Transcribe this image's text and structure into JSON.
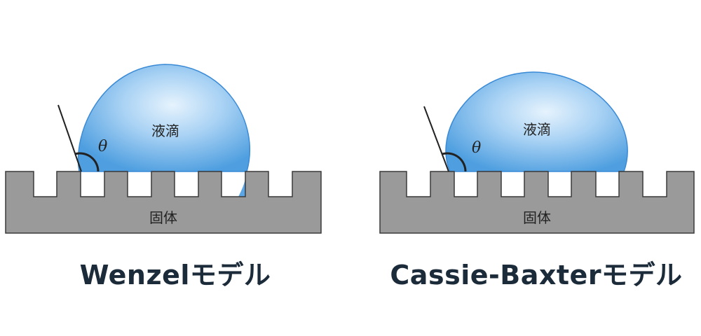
{
  "panels": [
    {
      "id": "wenzel",
      "title": "Wenzelモデル",
      "droplet_label": "液滴",
      "solid_label": "固体",
      "angle_symbol": "θ",
      "liquid_fills_grooves": true
    },
    {
      "id": "cassie_baxter",
      "title": "Cassie-Baxterモデル",
      "droplet_label": "液滴",
      "solid_label": "固体",
      "angle_symbol": "θ",
      "liquid_fills_grooves": false
    }
  ],
  "colors": {
    "solid_fill": "#9a9a9a",
    "solid_stroke": "#3a3a3a",
    "droplet_center": "#d6ebfb",
    "droplet_mid": "#8ec4f0",
    "droplet_edge": "#4f9fe0",
    "droplet_stroke": "#3a8ad6",
    "title_text": "#1c2b3a"
  }
}
